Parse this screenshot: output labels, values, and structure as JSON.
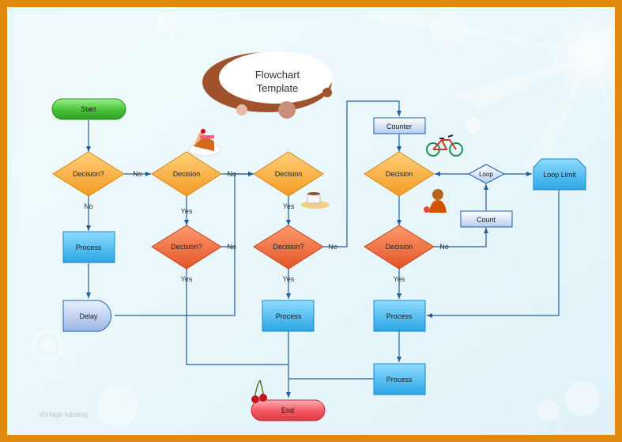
{
  "title": {
    "line1": "Flowchart",
    "line2": "Template"
  },
  "watermark": "Vorlage katalog",
  "colors": {
    "border": "#e08a10",
    "background": "#eaf7fb",
    "terminator_start": "#5ccf4a",
    "terminator_end": "#f0606b",
    "decision_orange": "#f6a837",
    "decision_red": "#ec6a3c",
    "process_blue": "#3ab4ea",
    "line": "#1f5fa0"
  },
  "nodes": {
    "start": "Start",
    "end": "End",
    "decision1": "Decision?",
    "decision2": "Decision",
    "decision3": "Decision?",
    "decision4": "Decision",
    "decision5": "Decision?",
    "decision6": "Decision",
    "decision7": "Decision",
    "process1": "Process",
    "process2": "Process",
    "process3": "Process",
    "process4": "Process",
    "delay": "Delay",
    "counter": "Counter",
    "count": "Count",
    "loop": "Loop",
    "loop_limit": "Loop Limit"
  },
  "edge_labels": {
    "d1_no_right": "No",
    "d1_no_down": "No",
    "d2_no_right": "No",
    "d2_yes": "Yes",
    "d3_no": "No",
    "d3_yes": "Yes",
    "d4_yes": "Yes",
    "d5_no": "No",
    "d5_yes": "Yes",
    "d7_no": "No",
    "d7_yes": "Yes"
  },
  "icons": [
    "cake-icon",
    "coffee-icon",
    "bicycle-icon",
    "person-icon",
    "cherries-icon"
  ]
}
